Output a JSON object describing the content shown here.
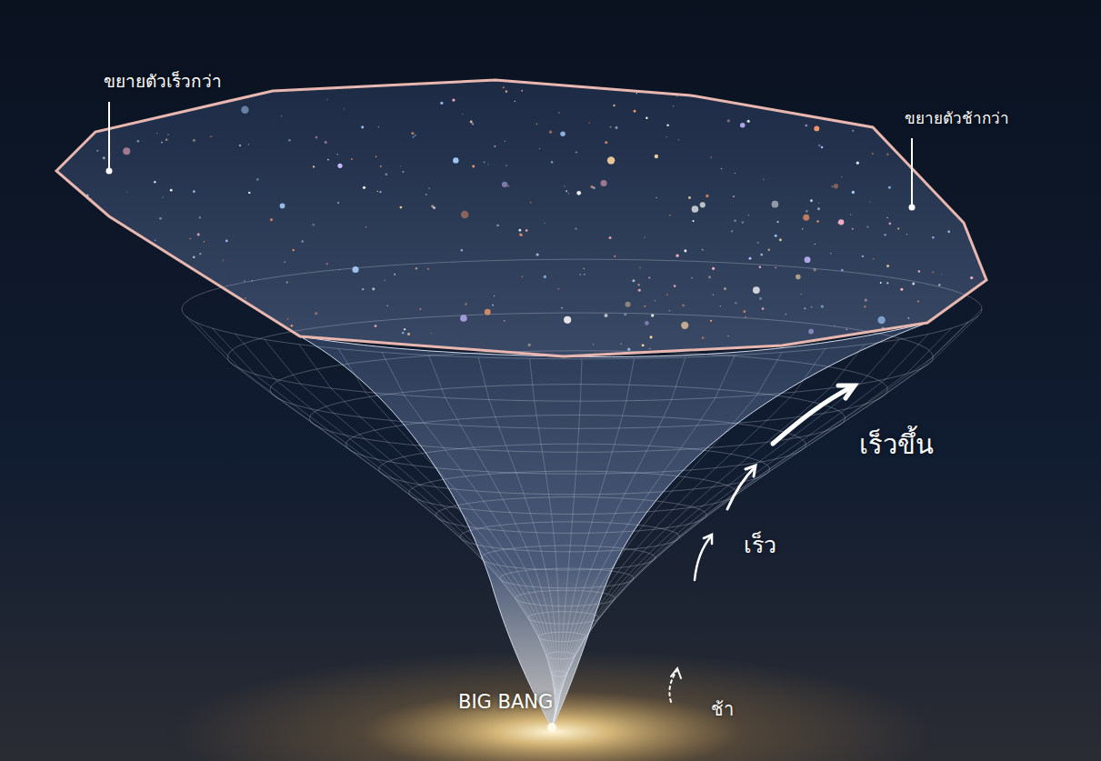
{
  "diagram": {
    "labels": [
      "ขยายตัวเร็วกว่า",
      "ขยายตัวช้ากว่า",
      "เร็วขึ้น",
      "เร็ว",
      "ช้า",
      "BIG BANG"
    ]
  }
}
